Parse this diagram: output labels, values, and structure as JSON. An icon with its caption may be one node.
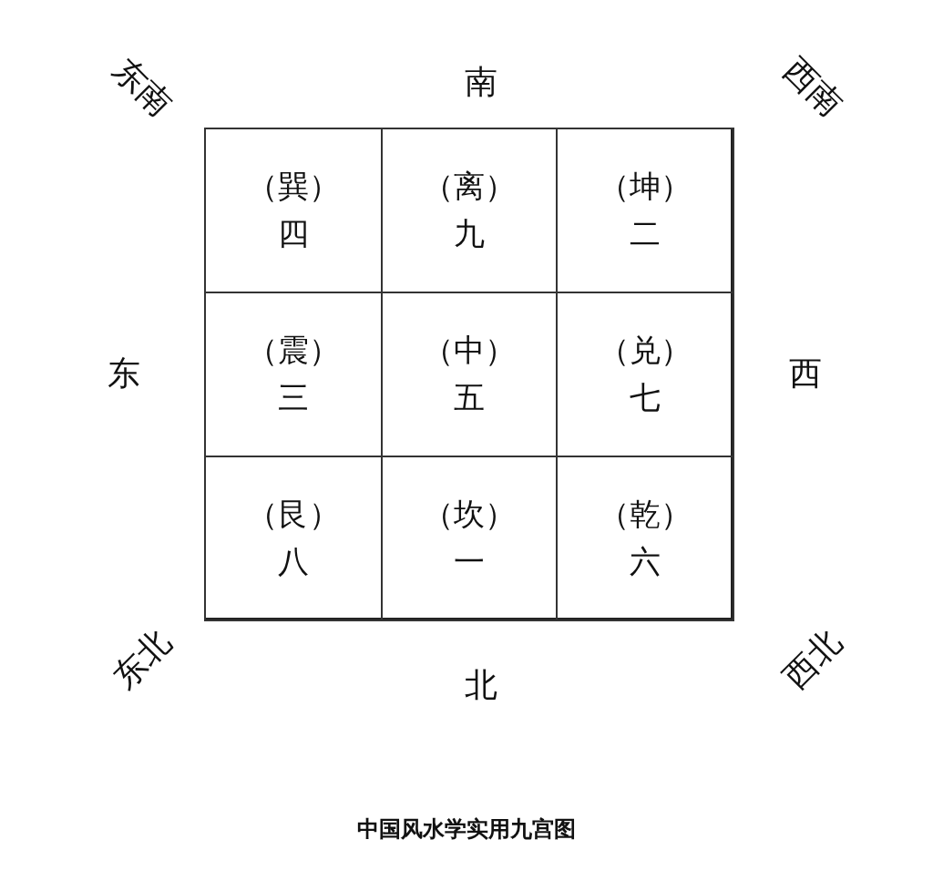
{
  "diagram": {
    "caption": "中国风水学实用九宫图",
    "nodes": [
      {
        "text": [
          "（巽）",
          "四"
        ]
      },
      {
        "text": [
          "（离）",
          "九"
        ]
      },
      {
        "text": [
          "（坤）",
          "二"
        ]
      },
      {
        "text": [
          "（震）",
          "三"
        ]
      },
      {
        "text": [
          "（中）",
          "五"
        ]
      },
      {
        "text": [
          "（兑）",
          "七"
        ]
      },
      {
        "text": [
          "（艮）",
          "八"
        ]
      },
      {
        "text": [
          "（坎）",
          "一"
        ]
      },
      {
        "text": [
          "（乾）",
          "六"
        ]
      }
    ],
    "edges": [],
    "labels": [
      "东南",
      "南",
      "西南",
      "东",
      "西",
      "东北",
      "北",
      "西北"
    ]
  }
}
